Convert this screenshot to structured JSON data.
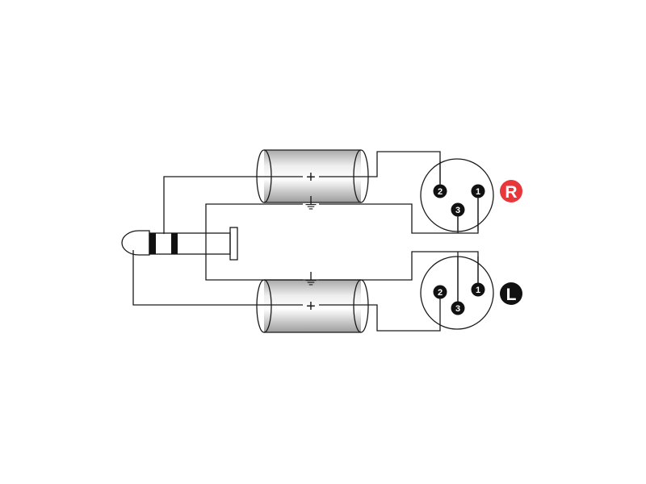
{
  "diagram": {
    "colors": {
      "wire": "#1a1a1a",
      "right_badge": "#e8363a",
      "left_badge": "#111111"
    },
    "plug": {
      "type": "stereo-trs-plug"
    },
    "cables": {
      "upper": {
        "signal_symbol": "+",
        "ground_symbol": "⏚"
      },
      "lower": {
        "signal_symbol": "+",
        "ground_symbol": "⏚"
      }
    },
    "connectors": {
      "right": {
        "badge": "R",
        "pins": {
          "p1": "1",
          "p2": "2",
          "p3": "3"
        }
      },
      "left": {
        "badge": "L",
        "pins": {
          "p1": "1",
          "p2": "2",
          "p3": "3"
        }
      }
    }
  }
}
